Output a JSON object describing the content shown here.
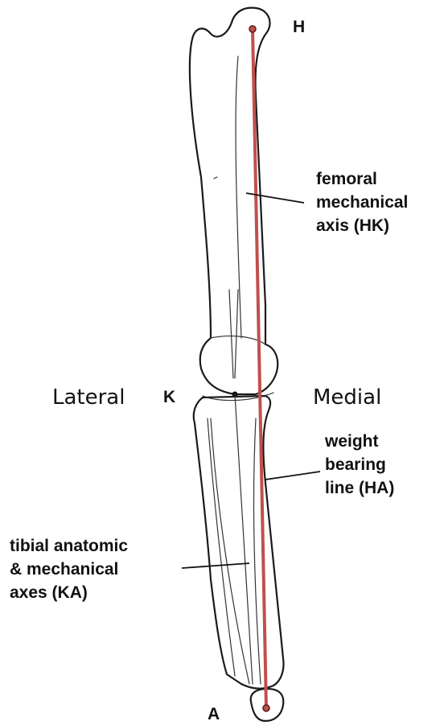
{
  "labels": {
    "hip": "H",
    "knee": "K",
    "ankle": "A",
    "lateral": "Lateral",
    "medial": "Medial",
    "femoral_axis": [
      "femoral",
      "mechanical",
      "axis (HK)"
    ],
    "weight_line": [
      "weight",
      "bearing",
      "line (HA)"
    ],
    "tibial_axes": [
      "tibial anatomic",
      "& mechanical",
      "axes (KA)"
    ]
  },
  "colors": {
    "weight_bearing_line": "#c0504d",
    "center_point": "#c0504d",
    "outline": "#1a1a1a"
  }
}
